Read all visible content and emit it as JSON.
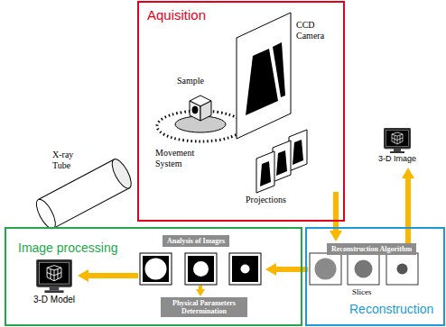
{
  "diagram": {
    "nodes": [
      {
        "text": [
          "Aquisition"
        ]
      },
      {
        "text": [
          "3-D Image"
        ]
      },
      {
        "text": [
          "Image processing"
        ]
      },
      {
        "text": [
          "3-D Model"
        ],
        "in": 2
      },
      {
        "text": [
          "Analysis of Images"
        ],
        "in": 2
      },
      {
        "text": [
          "Physical Parameters Determination"
        ],
        "in": 2
      },
      {
        "text": [
          "Reconstruction"
        ]
      },
      {
        "text": [
          "Reconstruction Algorithm"
        ],
        "in": 6
      }
    ],
    "edges": [
      {
        "from": 0,
        "to": 7,
        "arrow": "to"
      },
      {
        "from": 7,
        "to": 1,
        "arrow": "to"
      }
    ],
    "labels": [
      "Sample",
      "CCD Camera",
      "X-ray Tube",
      "Movement System",
      "Projections",
      "Slices"
    ]
  }
}
